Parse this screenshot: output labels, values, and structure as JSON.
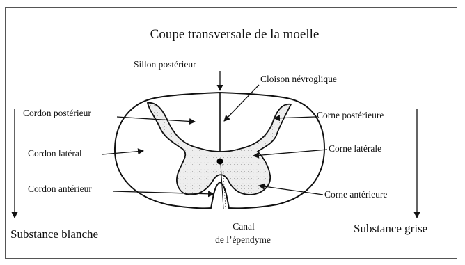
{
  "title": "Coupe transversale de la moelle",
  "labels": {
    "sillon_posterieur": "Sillon postérieur",
    "cloison_nevroglique": "Cloison névroglique",
    "cordon_posterieur": "Cordon postérieur",
    "corne_posterieure": "Corne postérieure",
    "cordon_lateral": "Cordon latéral",
    "corne_laterale": "Corne latérale",
    "cordon_anterieur": "Cordon antérieur",
    "corne_anterieure": "Corne antérieure",
    "canal_line1": "Canal",
    "canal_line2": "de l’épendyme",
    "substance_blanche": "Substance blanche",
    "substance_grise": "Substance grise"
  },
  "colors": {
    "grey_matter": "#eeeeee",
    "stroke": "#111111"
  }
}
